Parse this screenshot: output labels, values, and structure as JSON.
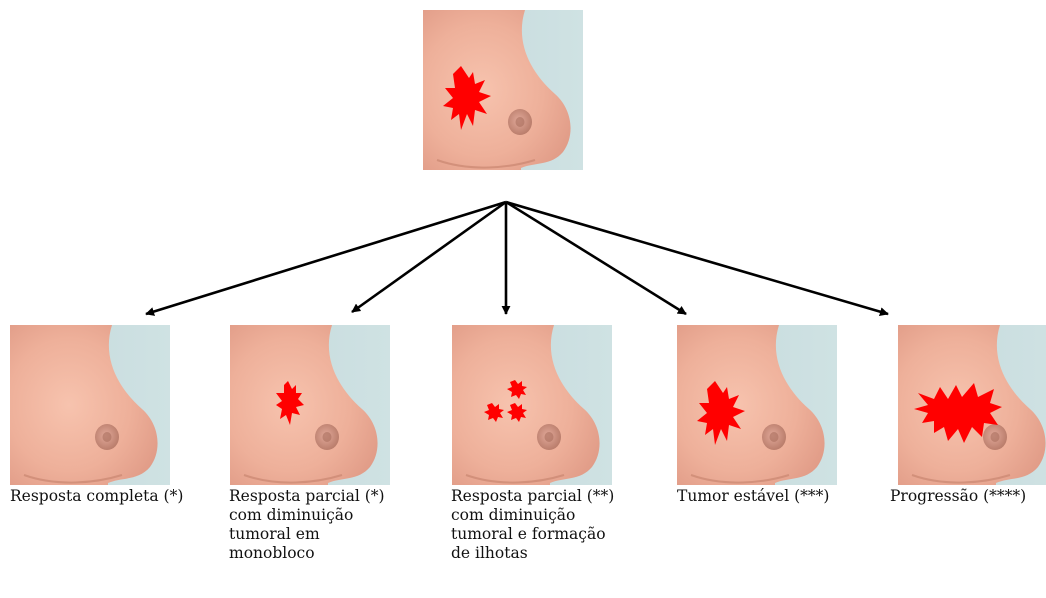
{
  "diagram": {
    "outcomes": [
      {
        "lines": [
          "Resposta completa (*)"
        ]
      },
      {
        "lines": [
          "Resposta parcial (*)",
          "com diminuição",
          "tumoral em",
          "monobloco"
        ]
      },
      {
        "lines": [
          "Resposta parcial (**)",
          "com diminuição",
          "tumoral e formação",
          "de ilhotas"
        ]
      },
      {
        "lines": [
          "Tumor estável (***)"
        ]
      },
      {
        "lines": [
          "Progressão (****)"
        ]
      }
    ]
  },
  "colors": {
    "tumor": "#ff0000",
    "background": "#c9dee0",
    "skin": "#f1b49c",
    "nipple": "#c98b7a",
    "arrow": "#000000"
  }
}
